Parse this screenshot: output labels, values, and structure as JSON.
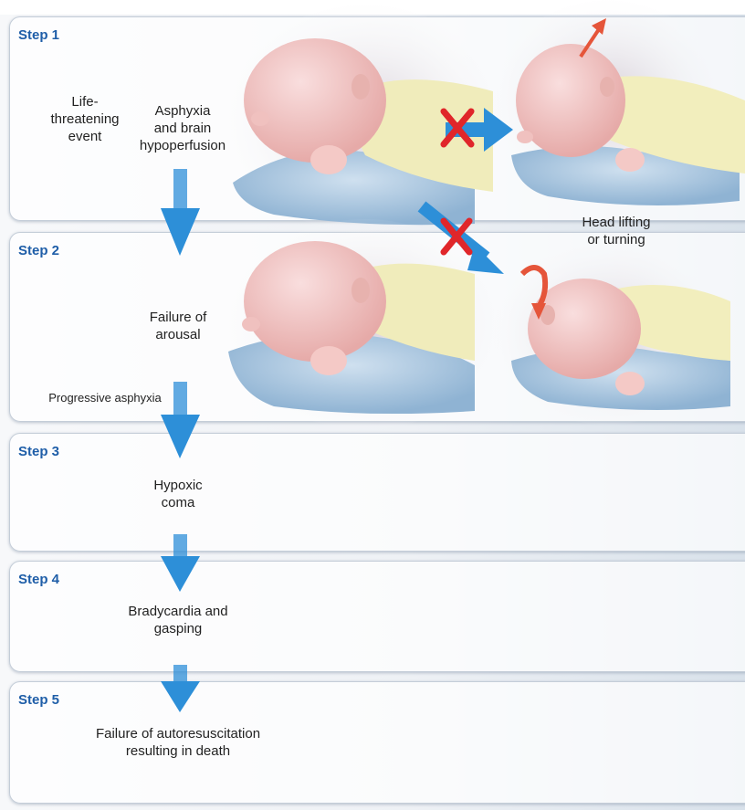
{
  "steps": [
    {
      "label": "Step 1"
    },
    {
      "label": "Step 2"
    },
    {
      "label": "Step 3"
    },
    {
      "label": "Step 4"
    },
    {
      "label": "Step 5"
    }
  ],
  "texts": {
    "life_threatening": "Life-\nthreatening\nevent",
    "asphyxia": "Asphyxia\nand brain\nhypoperfusion",
    "head_lifting": "Head lifting\nor turning",
    "failure_arousal": "Failure of\narousal",
    "progressive_asphyxia": "Progressive asphyxia",
    "hypoxic_coma": "Hypoxic\ncoma",
    "bradycardia": "Bradycardia and\ngasping",
    "failure_autoresuscitation": "Failure of autoresuscitation\nresulting in death"
  },
  "colors": {
    "step_label": "#1f5ea8",
    "arrow_blue": "#2d8fd8",
    "cross_red": "#e0262a",
    "motion_arrow": "#e5553a",
    "blanket": "#9ec0dc",
    "skin": "#f2c2c0",
    "shirt": "#f2eebd"
  },
  "icons": [
    "down-arrow-icon",
    "right-arrow-icon",
    "diagonal-arrow-icon",
    "cross-icon",
    "head-lift-arrow-icon",
    "head-turn-arrow-icon"
  ]
}
